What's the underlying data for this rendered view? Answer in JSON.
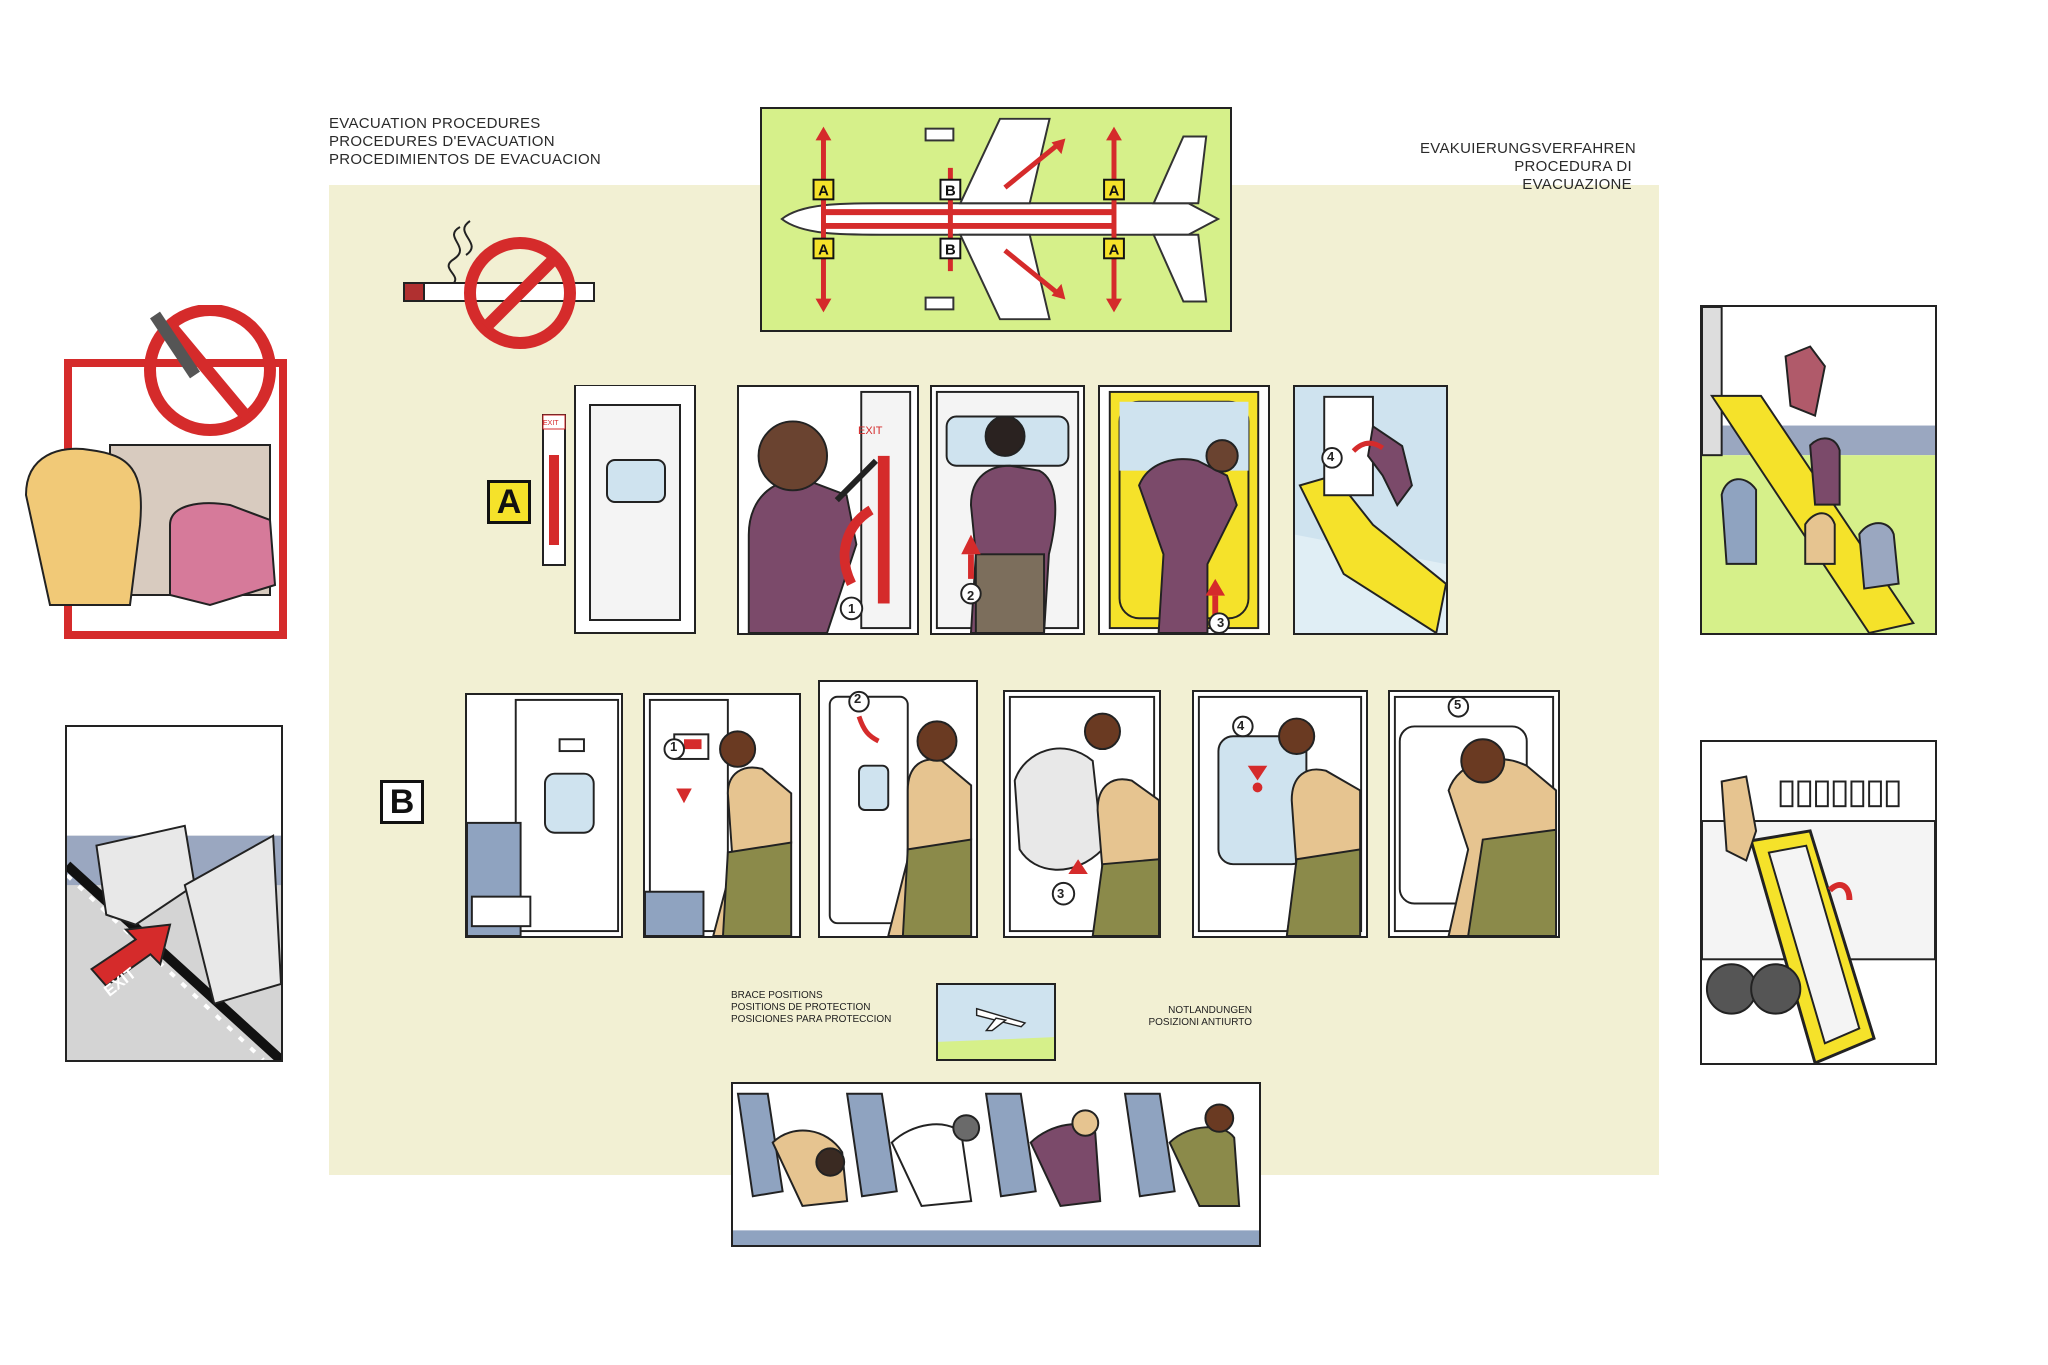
{
  "header_left": {
    "line1": "EVACUATION PROCEDURES",
    "line2": "PROCEDURES D'EVACUATION",
    "line3": "PROCEDIMIENTOS DE EVACUACION"
  },
  "header_right": {
    "line1": "EVAKUIERUNGSVERFAHREN",
    "line2": "PROCEDURA DI EVACUAZIONE"
  },
  "section_labels": {
    "a": "A",
    "b": "B"
  },
  "exit_plan": {
    "door_a": "A",
    "door_b": "B"
  },
  "door_sign": "EXIT",
  "floor_marking": "EXIT",
  "step_numbers": {
    "one": "1",
    "two": "2",
    "three": "3",
    "four": "4",
    "five": "5"
  },
  "brace": {
    "left_line1": "BRACE POSITIONS",
    "left_line2": "POSITIONS DE PROTECTION",
    "left_line3": "POSICIONES PARA PROTECCION",
    "right_line1": "NOTLANDUNGEN",
    "right_line2": "POSIZIONI ANTIURTO"
  },
  "colors": {
    "background": "#f2f0d3",
    "plan_green": "#d6f08a",
    "warning_red": "#d52b2b",
    "slide_yellow": "#f5e22a",
    "suit_purple": "#7b4a6a"
  }
}
